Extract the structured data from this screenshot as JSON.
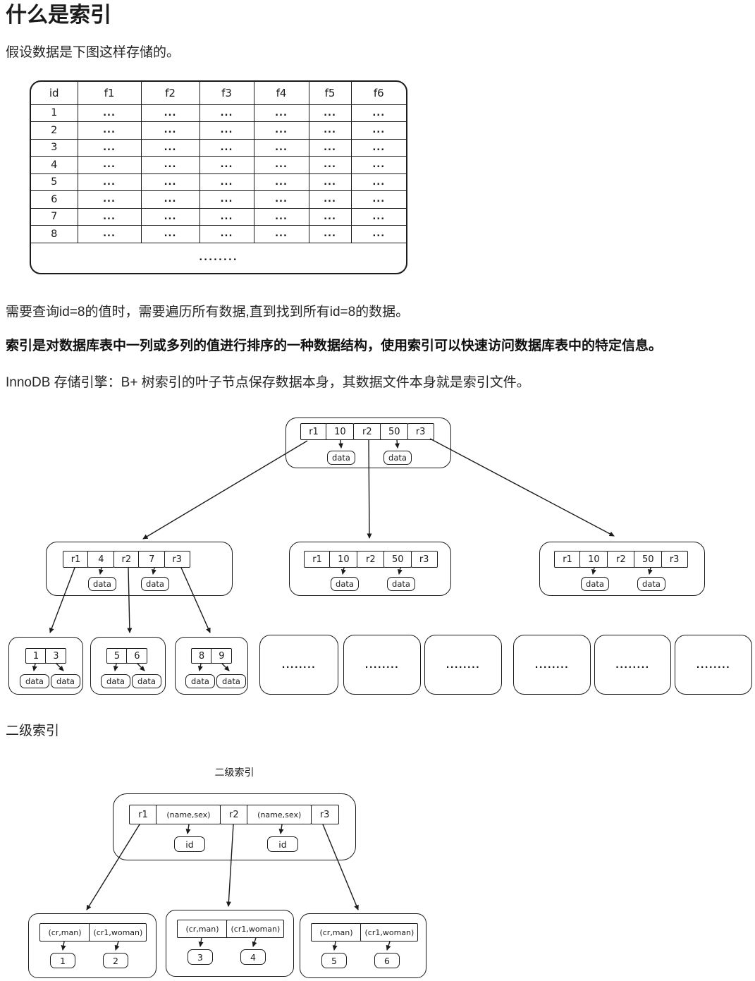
{
  "colors": {
    "ink": "#1b1b1b",
    "background": "#ffffff"
  },
  "page": {
    "title": "什么是索引",
    "para_intro": "假设数据是下图这样存储的。",
    "para_scan": "需要查询id=8的值时，需要遍历所有数据,直到找到所有id=8的数据。",
    "para_index_def": "索引是对数据库表中一列或多列的值进行排序的一种数据结构，使用索引可以快速访问数据库表中的特定信息。",
    "para_innodb": "InnoDB 存储引擎：B+ 树索引的叶子节点保存数据本身，其数据文件本身就是索引文件。",
    "secondary_heading": "二级索引"
  },
  "table": {
    "headers": [
      "id",
      "f1",
      "f2",
      "f3",
      "f4",
      "f5",
      "f6"
    ],
    "rows": [
      [
        "1",
        "...",
        "...",
        "...",
        "...",
        "...",
        "..."
      ],
      [
        "2",
        "...",
        "...",
        "...",
        "...",
        "...",
        "..."
      ],
      [
        "3",
        "...",
        "...",
        "...",
        "...",
        "...",
        "..."
      ],
      [
        "4",
        "...",
        "...",
        "...",
        "...",
        "...",
        "..."
      ],
      [
        "5",
        "...",
        "...",
        "...",
        "...",
        "...",
        "..."
      ],
      [
        "6",
        "...",
        "...",
        "...",
        "...",
        "...",
        "..."
      ],
      [
        "7",
        "...",
        "...",
        "...",
        "...",
        "...",
        "..."
      ],
      [
        "8",
        "...",
        "...",
        "...",
        "...",
        "...",
        "..."
      ]
    ],
    "footer": "........"
  },
  "bptree": {
    "root": {
      "cells": [
        "r1",
        "10",
        "r2",
        "50",
        "r3"
      ],
      "data": [
        "data",
        "data"
      ]
    },
    "child_left": {
      "cells": [
        "r1",
        "4",
        "r2",
        "7",
        "r3"
      ],
      "data": [
        "data",
        "data"
      ]
    },
    "child_mid": {
      "cells": [
        "r1",
        "10",
        "r2",
        "50",
        "r3"
      ],
      "data": [
        "data",
        "data"
      ]
    },
    "child_right": {
      "cells": [
        "r1",
        "10",
        "r2",
        "50",
        "r3"
      ],
      "data": [
        "data",
        "data"
      ]
    },
    "leaf1": {
      "cells": [
        "1",
        "3"
      ],
      "data": [
        "data",
        "data"
      ]
    },
    "leaf2": {
      "cells": [
        "5",
        "6"
      ],
      "data": [
        "data",
        "data"
      ]
    },
    "leaf3": {
      "cells": [
        "8",
        "9"
      ],
      "data": [
        "data",
        "data"
      ]
    },
    "empty_leaf": "........"
  },
  "secondary": {
    "label": "二级索引",
    "root": {
      "cells": [
        "r1",
        "(name,sex)",
        "r2",
        "(name,sex)",
        "r3"
      ],
      "ids": [
        "id",
        "id"
      ]
    },
    "leaf1": {
      "cells": [
        "(cr,man)",
        "(cr1,woman)"
      ],
      "values": [
        "1",
        "2"
      ]
    },
    "leaf2": {
      "cells": [
        "(cr,man)",
        "(cr1,woman)"
      ],
      "values": [
        "3",
        "4"
      ]
    },
    "leaf3": {
      "cells": [
        "(cr,man)",
        "(cr1,woman)"
      ],
      "values": [
        "5",
        "6"
      ]
    }
  }
}
